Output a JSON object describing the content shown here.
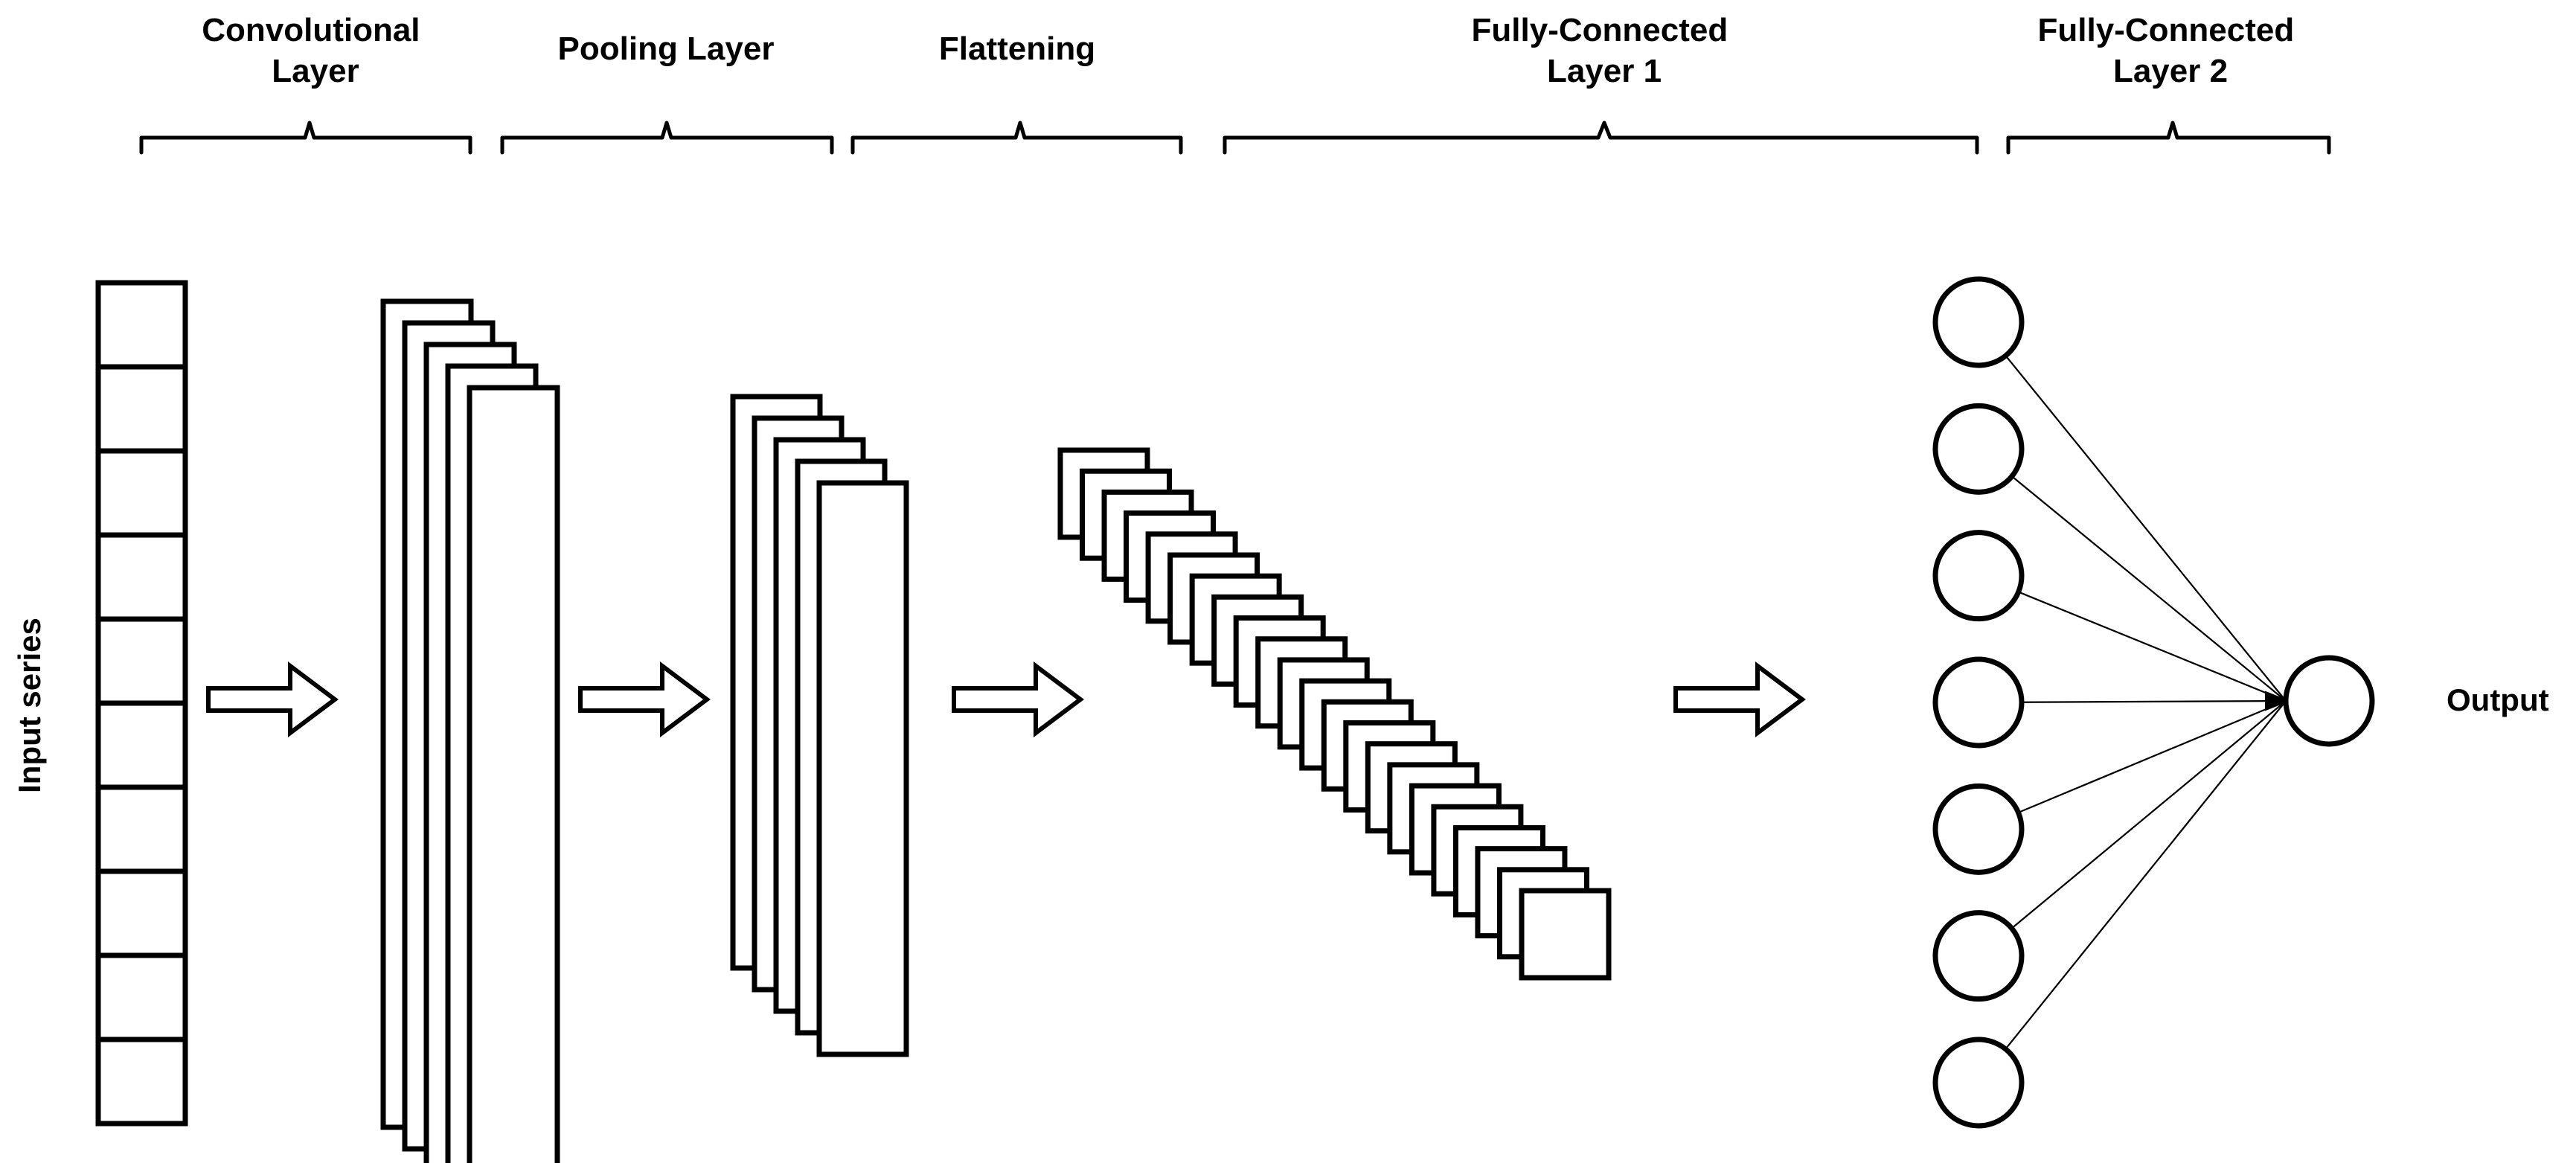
{
  "sections": [
    {
      "id": "conv",
      "lines": [
        "Convolutional",
        "Layer"
      ]
    },
    {
      "id": "pool",
      "lines": [
        "Pooling Layer"
      ]
    },
    {
      "id": "flat",
      "lines": [
        "Flattening"
      ]
    },
    {
      "id": "fc1",
      "lines": [
        "Fully-Connected",
        "Layer 1"
      ]
    },
    {
      "id": "fc2",
      "lines": [
        "Fully-Connected",
        "Layer 2"
      ]
    }
  ],
  "input_label": "Input series",
  "output_label": "Output",
  "counts": {
    "input_cells": 10,
    "conv_feature_maps": 5,
    "pool_feature_maps": 5,
    "flattened_units": 22,
    "fc_nodes": 7,
    "output_nodes": 1
  },
  "colors": {
    "stroke": "#000000",
    "fill": "#ffffff",
    "background": "#ffffff"
  }
}
